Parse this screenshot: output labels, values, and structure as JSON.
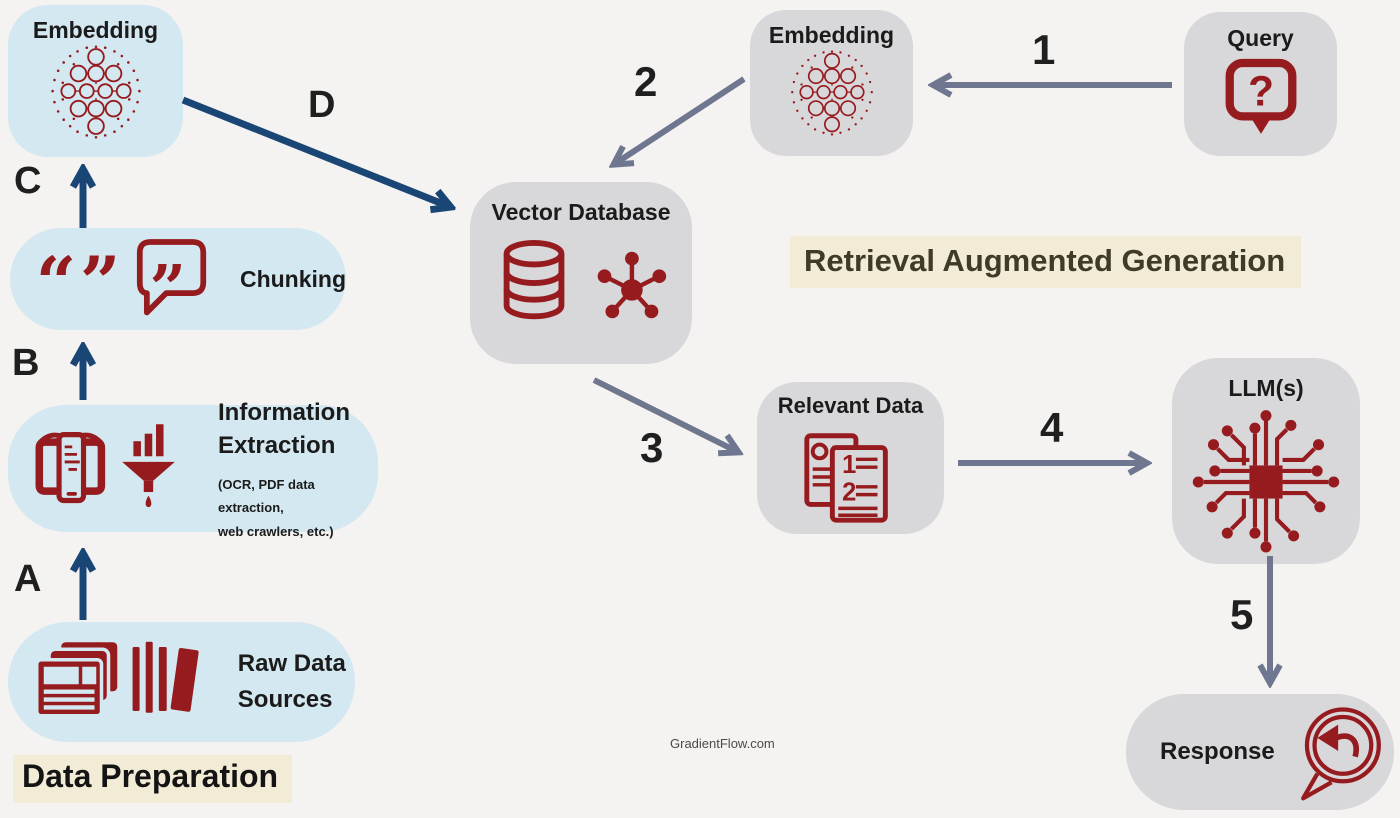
{
  "colors": {
    "background": "#f4f3f2",
    "prep_node_bg": "#d3e8f0",
    "rag_node_bg": "#d8d8db",
    "banner_bg": "#f2ecd6",
    "icon_red": "#961b1e",
    "prep_arrow_navy": "#1a4675",
    "rag_arrow_slate": "#6f7790"
  },
  "banners": {
    "data_preparation": "Data Preparation",
    "retrieval_augmented_generation": "Retrieval Augmented Generation"
  },
  "watermark": "GradientFlow.com",
  "nodes": {
    "embedding_prep": {
      "label": "Embedding"
    },
    "chunking": {
      "label": "Chunking"
    },
    "information_extraction": {
      "label": "Information Extraction",
      "note_line1": "(OCR, PDF data extraction,",
      "note_line2": "web crawlers, etc.)"
    },
    "raw_data_sources": {
      "label": "Raw Data Sources"
    },
    "embedding_query": {
      "label": "Embedding"
    },
    "query": {
      "label": "Query"
    },
    "vector_database": {
      "label": "Vector Database"
    },
    "relevant_data": {
      "label": "Relevant Data"
    },
    "llm": {
      "label": "LLM(s)"
    },
    "response": {
      "label": "Response"
    }
  },
  "steps": {
    "a": "A",
    "b": "B",
    "c": "C",
    "d": "D",
    "s1": "1",
    "s2": "2",
    "s3": "3",
    "s4": "4",
    "s5": "5"
  },
  "icons": {
    "open_quote": "“",
    "close_quote": "”",
    "bubble_quote": "”",
    "question_mark": "?",
    "doc_rank_1": "1",
    "doc_rank_2": "2"
  }
}
